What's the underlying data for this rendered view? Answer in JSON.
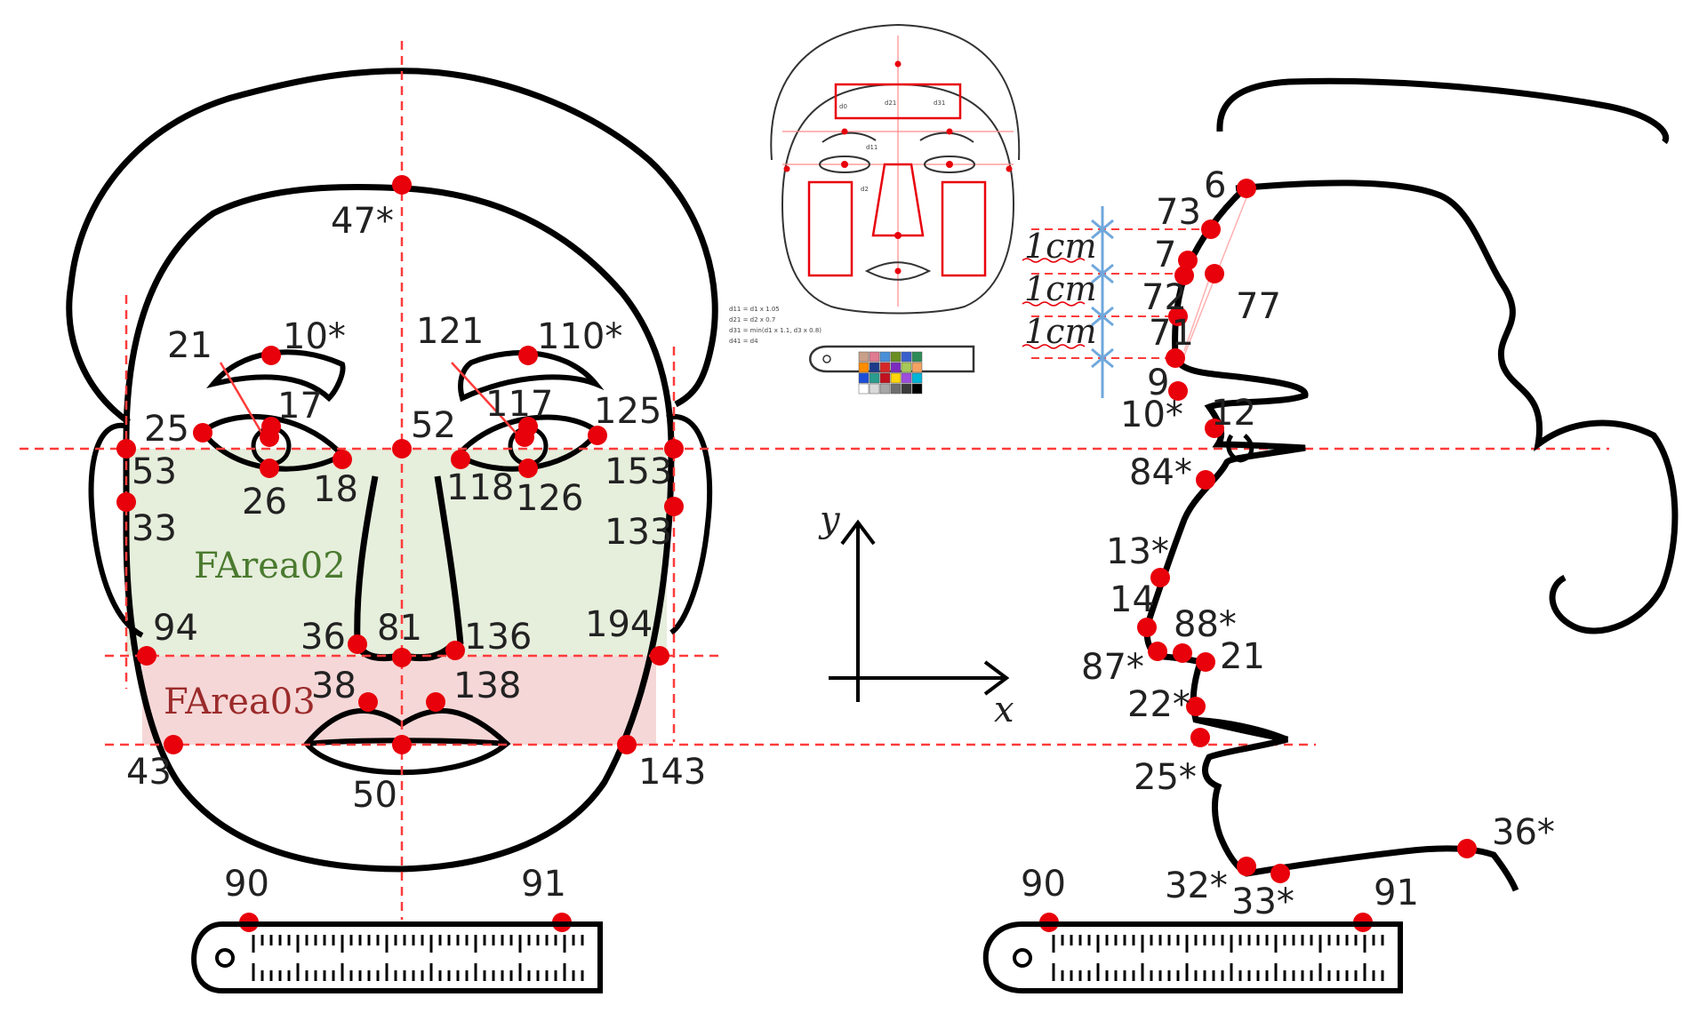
{
  "colors": {
    "outline": "#000000",
    "landmark": "#e8000b",
    "guide": "#ff3b3b",
    "farea02_fill": "#e6eedc",
    "farea03_fill": "#f6d7d7",
    "farea02_text": "#4a7a2f",
    "farea03_text": "#9b2b2b",
    "scale_marker": "#6fa8dc"
  },
  "frontal_landmarks": [
    "47*",
    "10*",
    "21",
    "17",
    "25",
    "26",
    "18",
    "52",
    "121",
    "110*",
    "117",
    "118",
    "126",
    "125",
    "53",
    "33",
    "153",
    "133",
    "94",
    "36",
    "81",
    "136",
    "194",
    "38",
    "138",
    "43",
    "50",
    "143",
    "90",
    "91"
  ],
  "areas": {
    "farea02": "FArea02",
    "farea03": "FArea03"
  },
  "profile_landmarks": [
    "6",
    "73",
    "7",
    "72",
    "77",
    "71",
    "9",
    "10*",
    "12",
    "84*",
    "13*",
    "14",
    "88*",
    "87*",
    "21",
    "22*",
    "25*",
    "36*",
    "32*",
    "33*",
    "90",
    "91"
  ],
  "scale_units": [
    "1cm",
    "1cm",
    "1cm"
  ],
  "axes": {
    "y": "y",
    "x": "x"
  },
  "reference": {
    "box_labels": [
      "d21",
      "d31",
      "d0",
      "d11",
      "d2"
    ],
    "formulas": [
      "d11 = d1 x 1.05",
      "d21 = d2 x 0.7",
      "d31 = min(d1 x 1.1, d3 x 0.8)",
      "d41 = d4"
    ]
  }
}
